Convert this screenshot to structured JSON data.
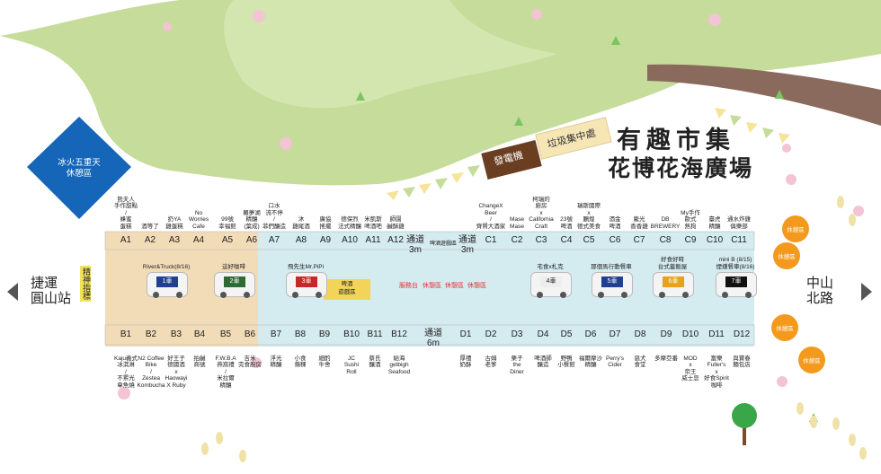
{
  "title_main": "有趣市集",
  "title_sub": "花博花海廣場",
  "rest_zone_blue": "冰火五重天\n休憩區",
  "generator": "發電機",
  "trash": "垃圾集中處",
  "left_station": "捷運\n圓山站",
  "right_road": "中山\n北路",
  "spirit_label": "精神指標",
  "aisle_1": "通道",
  "aisle_1_width": "3m",
  "aisle_1_inner": "啤酒遊戲區",
  "aisle_2": "通道",
  "aisle_2_width": "3m",
  "aisle_bottom": "通道",
  "aisle_bottom_width": "6m",
  "game_zone": "啤酒\n遊戲區",
  "stage": "服務台",
  "rest_mid_1": "休憩區",
  "rest_mid_2": "休憩區",
  "rest_mid_3": "休憩區",
  "rest_orange": [
    "休憩區",
    "休憩區",
    "休憩區",
    "休憩區"
  ],
  "top_codes": [
    "A1",
    "A2",
    "A3",
    "A4",
    "A5",
    "A6",
    "A7",
    "A8",
    "A9",
    "A10",
    "A11",
    "A12",
    "C1",
    "C2",
    "C3",
    "C4",
    "C5",
    "C6",
    "C7",
    "C8",
    "C9",
    "C10",
    "C11"
  ],
  "bottom_codes": [
    "B1",
    "B2",
    "B3",
    "B4",
    "B5",
    "B6",
    "B7",
    "B8",
    "B9",
    "B10",
    "B11",
    "B12",
    "D1",
    "D2",
    "D3",
    "D4",
    "D5",
    "D6",
    "D7",
    "D8",
    "D9",
    "D10",
    "D11",
    "D12"
  ],
  "top_labels": [
    "熊夫人\n手作甜點\n/\n蜂蜜\n蛋糕",
    "酒等了",
    "扔YA\n雞蛋糕",
    "No\nWorries\nCafe",
    "99號\n幸福館",
    "羅夢湖\n精釀\n(葉成)",
    "口水\n流不停\n/\n菲們釀造",
    "沐\n雞尾酒",
    "廣協\n搖擺",
    "德保烈\n法式精釀",
    "米凱斯\n啤酒吧",
    "師園\n鹹酥雞",
    "ChangeX\nBeer\n/\n齊賢大酒家",
    "Mase\nMase",
    "柯瑞的\n廚房\nx\nCalifornia\nCraft",
    "23號\n啤酒",
    "瑞斯國際\nx\n鵬煌\n德式美食",
    "酒金\n啤酒",
    "龐光\n香香雞",
    "DB\nBREWERY",
    "My手作\n歐式\n熱狗",
    "臺虎\n精釀",
    "通水炸雞\n俱樂部"
  ],
  "bottom_labels": [
    "Kaju義式\n冰淇淋\n/\n不累光\n章魚燒",
    "N2 Coffee\nBike\n/\nZestea\nKombucha",
    "好王子\n德國酒\nx\nHaowayi\nX Ruby",
    "拍鹹\n商號",
    "F.W.B.A\n燕窩禮\n/\n米拉爾\n精釀",
    "吉米\n完食廚房",
    "浮光\n精釀",
    "小食\n蘋稞",
    "細酌\n牛舍",
    "JC\nSushi\nRoll",
    "蔡氏\n釀酒",
    "給海\ngetbigh\nSeafood",
    "厚禮\n奶酥",
    "古姆\n老爹",
    "栗子\nthe\nDiner",
    "啤酒師\n釀造",
    "野鴨\n小餐館",
    "福爾摩沙\n精釀",
    "Perry's\nCider",
    "惡犬\n食堂",
    "多摩亞番",
    "MOD\nx\n帝王\n威士忌",
    "富樂\nFuller's\nx\n好食Spirit\n咖啡",
    "與寶春\n麵包店"
  ],
  "trucks": [
    {
      "name": "River&Truck(8/16)",
      "car": "1車"
    },
    {
      "name": "這好咖啡",
      "car": "2車"
    },
    {
      "name": "飛先生Mr.PiPi",
      "car": "3車"
    },
    {
      "name": "宅食x札克",
      "car": "4車"
    },
    {
      "name": "那個馬行動餐車",
      "car": "5車"
    },
    {
      "name": "好食好時\n台式蓋飯屋",
      "car": "6車"
    },
    {
      "name": "mini B (8/15)\n煙燻餐車(8/16)",
      "car": "7車"
    }
  ],
  "colors": {
    "tan": "#f2dcb7",
    "teal": "#d4ebf0",
    "green": "#c5dc9a",
    "brown": "#8a6a5c",
    "blue": "#1565b8",
    "orange": "#f39a1e",
    "red": "#e53030"
  }
}
